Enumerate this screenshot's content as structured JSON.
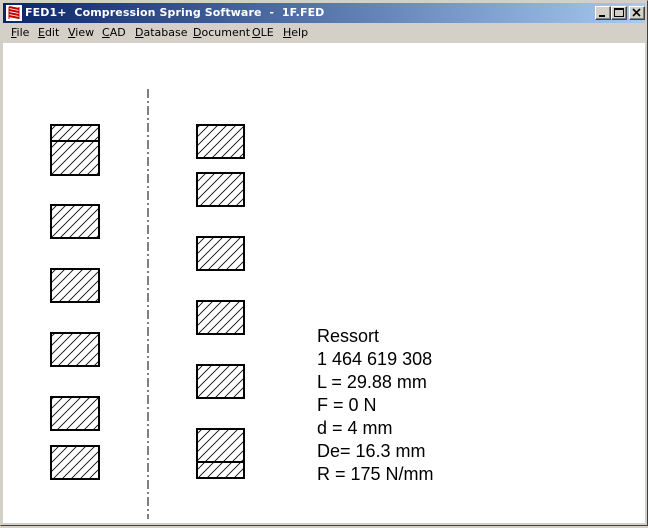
{
  "window": {
    "app_name": "FED1+",
    "title": "Compression Spring Software  -  1F.FED"
  },
  "title_controls": [
    "minimize",
    "maximize",
    "close"
  ],
  "menu": [
    {
      "label": "File",
      "accel": "F",
      "rest": "ile"
    },
    {
      "label": "Edit",
      "accel": "E",
      "rest": "dit"
    },
    {
      "label": "View",
      "accel": "V",
      "rest": "iew"
    },
    {
      "label": "CAD",
      "accel": "C",
      "rest": "AD"
    },
    {
      "label": "Database",
      "accel": "D",
      "rest": "atabase"
    },
    {
      "label": "Document",
      "accel": "D",
      "rest": "ocument"
    },
    {
      "label": "OLE",
      "accel": "O",
      "rest": "LE"
    },
    {
      "label": "Help",
      "accel": "H",
      "rest": "elp"
    }
  ],
  "drawing": {
    "left_column_sections": 6,
    "right_column_sections": 6,
    "left_top_section_split": true,
    "right_bottom_section_split": true,
    "hatch": "diagonal",
    "centerline": "dash-dot"
  },
  "spec": {
    "name": "Ressort",
    "part_number": "1 464 619 308",
    "length": "L = 29.88 mm",
    "force": "F = 0 N",
    "wire_diameter": "d = 4 mm",
    "outer_diameter": "De= 16.3 mm",
    "spring_rate": "R = 175 N/mm"
  }
}
